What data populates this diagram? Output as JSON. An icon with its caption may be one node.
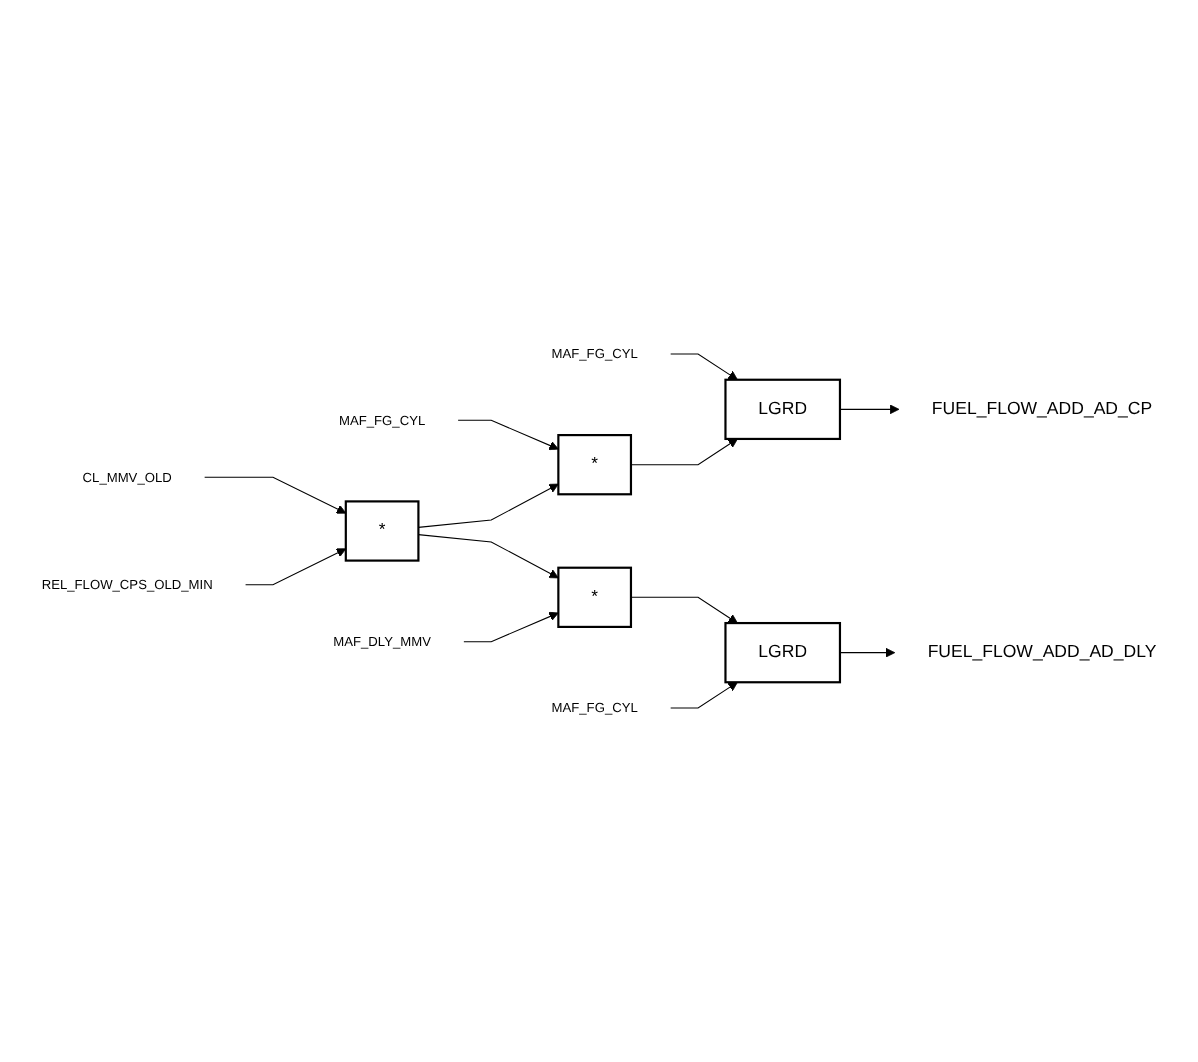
{
  "diagram": {
    "nodes": [
      {
        "text": [
          "CL_MMV_OLD"
        ]
      },
      {
        "text": [
          "FUEL_FLOW_ADD_AD_CP"
        ]
      },
      {
        "text": [
          "LGRD"
        ]
      },
      {
        "text": [
          "MAF_FG_CYL"
        ]
      },
      {
        "text": [
          "*"
        ]
      },
      {
        "text": [
          "MAF_FG_CYL"
        ]
      },
      {
        "text": [
          "*"
        ]
      },
      {
        "text": [
          "*"
        ]
      },
      {
        "text": [
          "MAF_DLY_MMV"
        ]
      },
      {
        "text": [
          "LGRD"
        ]
      },
      {
        "text": [
          "MAF_FG_CYL"
        ]
      },
      {
        "text": [
          "REL_FLOW_CPS_OLD_MIN"
        ]
      },
      {
        "text": [
          "FUEL_FLOW_ADD_AD_DLY"
        ]
      }
    ],
    "edges": [
      {
        "from": 0,
        "to": 6,
        "arrow": "to"
      },
      {
        "from": 11,
        "to": 6,
        "arrow": "to"
      },
      {
        "from": 6,
        "to": 4,
        "arrow": "to"
      },
      {
        "from": 6,
        "to": 7,
        "arrow": "to"
      },
      {
        "from": 4,
        "to": 2,
        "arrow": "to"
      },
      {
        "from": 3,
        "to": 2,
        "arrow": "to"
      },
      {
        "from": 5,
        "to": 4,
        "arrow": "to"
      },
      {
        "from": 2,
        "to": 1,
        "arrow": "to"
      },
      {
        "from": 8,
        "to": 7,
        "arrow": "to"
      },
      {
        "from": 7,
        "to": 9,
        "arrow": "to"
      },
      {
        "from": 10,
        "to": 9,
        "arrow": "to"
      },
      {
        "from": 9,
        "to": 12,
        "arrow": "to"
      }
    ]
  }
}
